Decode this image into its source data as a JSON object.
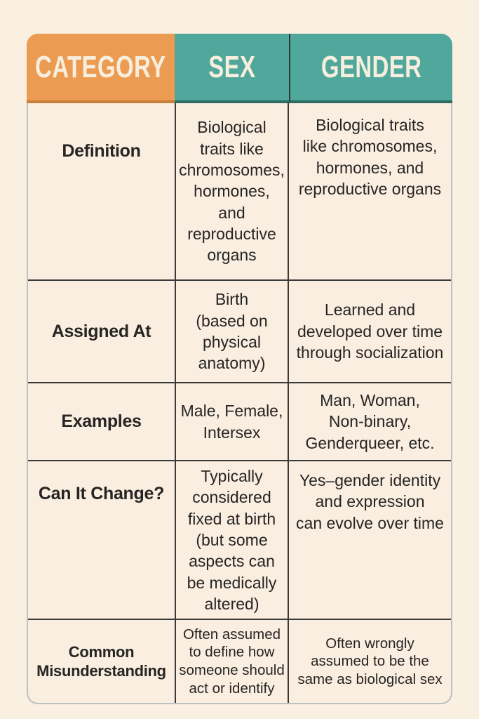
{
  "page": {
    "background": "#f9f0e2"
  },
  "table": {
    "header": {
      "category": "CATEGORY",
      "sex": "SEX",
      "gender": "GENDER"
    },
    "colors": {
      "category_header_bg": "#ec9b52",
      "category_header_edge": "#c8803a",
      "sex_gender_header_bg": "#4fa89b",
      "sex_gender_header_edge": "#2e6b62",
      "header_text": "#f7eedd",
      "body_text": "#262524",
      "grid_line": "#3a3a3a",
      "outer_border": "#bcc0c0",
      "cell_bg": "#faeee0"
    },
    "rows": [
      {
        "category": "Definition",
        "sex": "Biological\ntraits like\nchromosomes,\nhormones,\nand\nreproductive\norgans",
        "gender": "Biological traits\nlike chromosomes,\nhormones, and\nreproductive organs"
      },
      {
        "category": "Assigned At",
        "sex": "Birth\n(based on\nphysical\nanatomy)",
        "gender": "Learned and\ndeveloped over time\nthrough socialization"
      },
      {
        "category": "Examples",
        "sex": "Male, Female,\nIntersex",
        "gender": "Man, Woman,\nNon-binary,\nGenderqueer, etc."
      },
      {
        "category": "Can It Change?",
        "sex": "Typically\nconsidered\nfixed at birth\n(but some\naspects can\nbe medically\naltered)",
        "gender": "Yes–gender identity\nand expression\ncan evolve over time"
      },
      {
        "category": "Common\nMisunderstanding",
        "sex": "Often assumed\nto define how\nsomeone should\nact or identify",
        "gender": "Often wrongly\nassumed to be the\nsame as biological sex"
      }
    ]
  }
}
